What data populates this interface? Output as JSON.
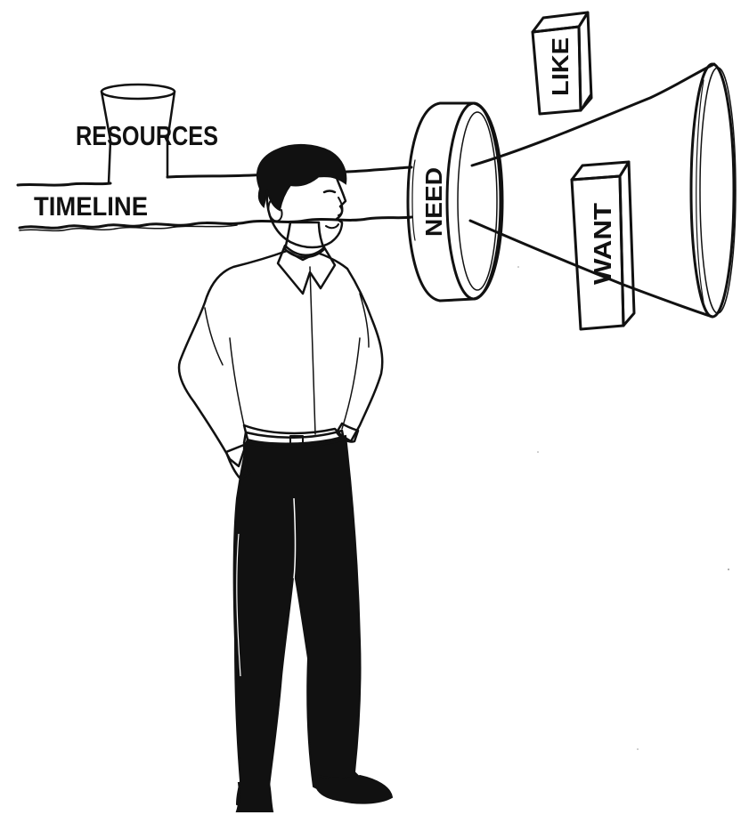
{
  "labels": {
    "resources": "RESOURCES",
    "timeline": "TIMELINE",
    "need": "NEED",
    "like": "LIKE",
    "want": "WANT"
  },
  "colors": {
    "ink": "#111111",
    "paper": "#ffffff"
  },
  "icons": {
    "person": "man-standing-hands-in-pockets",
    "funnel": "resources-funnel",
    "tube": "timeline-tube",
    "horn": "need-horn"
  }
}
